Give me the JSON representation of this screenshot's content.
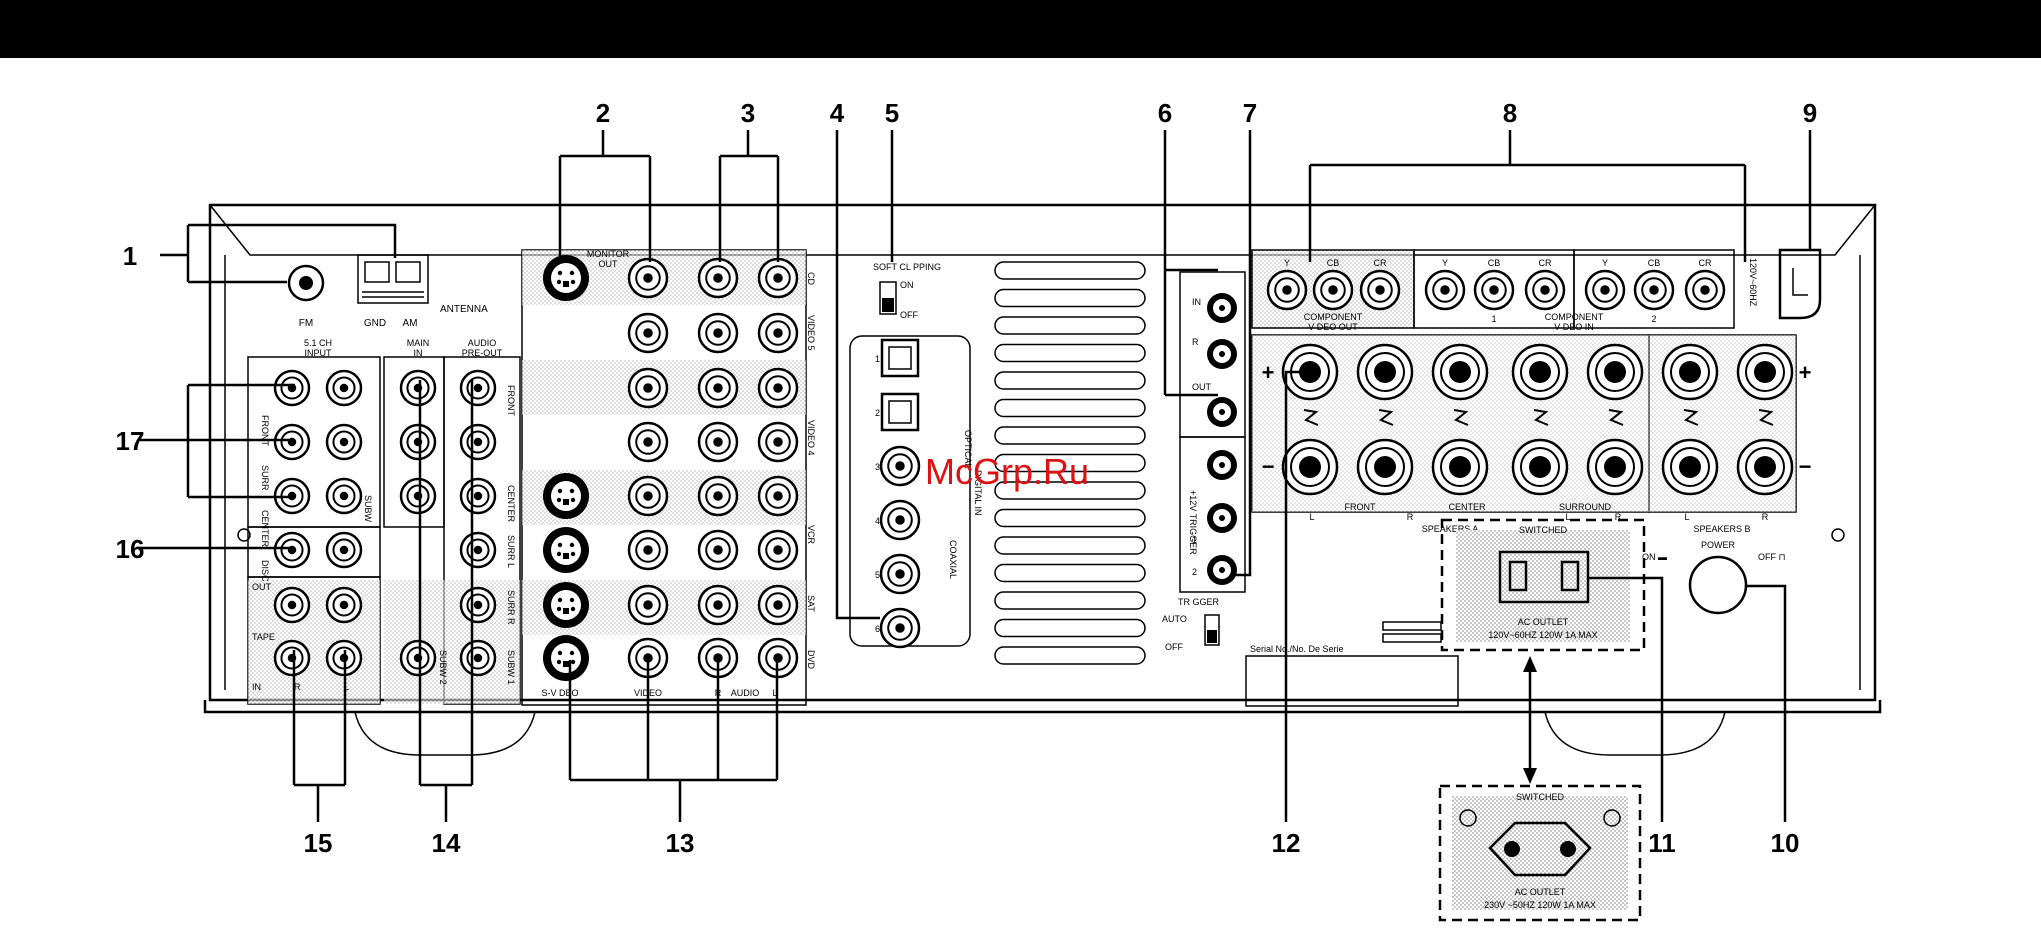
{
  "callouts": [
    "1",
    "2",
    "3",
    "4",
    "5",
    "6",
    "7",
    "8",
    "9",
    "10",
    "11",
    "12",
    "13",
    "14",
    "15",
    "16",
    "17"
  ],
  "watermark": "McGrp.Ru",
  "panel": {
    "fm": "FM",
    "gnd": "GND",
    "am": "AM",
    "antenna": "ANTENNA",
    "monitor_out": "MONITOR\nOUT",
    "cd": "CD",
    "video5": "VIDEO 5",
    "video4": "VIDEO 4",
    "vcr": "VCR",
    "sat": "SAT",
    "dvd": "DVD",
    "in": "IN",
    "out": "OUT",
    "svideo": "S-V DEO",
    "video": "VIDEO",
    "audio": "AUDIO",
    "r": "R",
    "l": "L",
    "input51": "5.1 CH\nINPUT",
    "main_in": "MAIN\nIN",
    "audio_preout": "AUDIO\nPRE-OUT",
    "front": "FRONT",
    "surr": "SURR",
    "center": "CENTER",
    "subw": "SUBW",
    "disc": "DISC",
    "tape": "TAPE",
    "surr_l": "SURR L",
    "surr_r": "SURR R",
    "subw1": "SUBW 1",
    "subw2": "SUBW 2",
    "soft_clipping": "SOFT CL PPING",
    "on": "ON",
    "off": "OFF",
    "optical": "OPTICAL",
    "digital_in": "DIGITAL IN",
    "coaxial": "COAXIAL",
    "dig_nums": [
      "1",
      "2",
      "3",
      "4",
      "5",
      "6"
    ],
    "trigger": "+12V TRIGGER",
    "trigger_lbl": "TR GGER",
    "auto": "AUTO",
    "out1": "1",
    "out2": "2",
    "y": "Y",
    "cb": "CB",
    "cr": "CR",
    "comp_video_out": "COMPONENT\nV DEO OUT",
    "comp_video_in": "COMPONENT\nV DEO IN",
    "comp1": "1",
    "comp2": "2",
    "voltage_side": "120V~60HZ",
    "speakers_a": "SPEAKERS A",
    "speakers_b": "SPEAKERS B",
    "surround": "SURROUND",
    "plus": "+",
    "minus": "−",
    "switched": "SWITCHED",
    "ac_outlet": "AC OUTLET",
    "ac_rating_us": "120V~60HZ  120W 1A MAX",
    "ac_rating_eu": "230V ~50HZ  120W 1A MAX",
    "serial": "Serial No./No. De Serie",
    "power": "POWER",
    "on_sym": "ON ▬",
    "off_sym": "OFF ⊓"
  }
}
